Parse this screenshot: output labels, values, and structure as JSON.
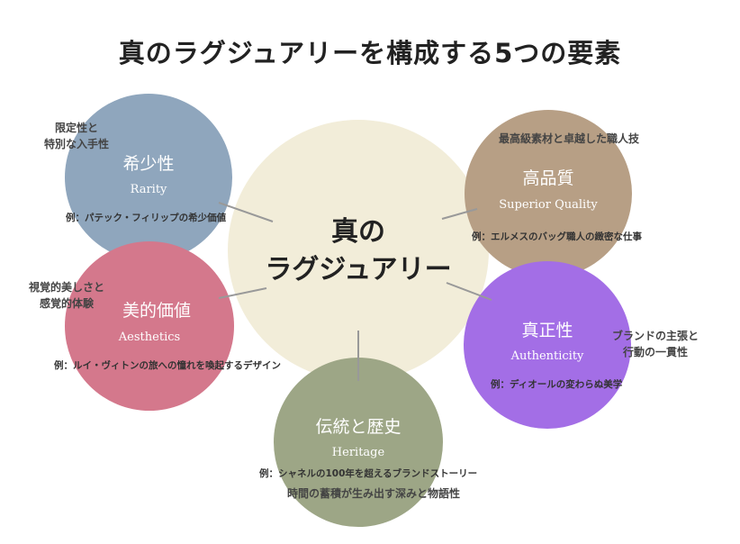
{
  "title": "真のラグジュアリーを構成する5つの要素",
  "center": {
    "line1": "真の",
    "line2": "ラグジュアリー"
  },
  "elements": {
    "rarity": {
      "jp": "希少性",
      "en": "Rarity",
      "example": "例：パテック・フィリップの希少価値",
      "note_line1": "限定性と",
      "note_line2": "特別な入手性",
      "color": "#8fa6bd"
    },
    "aesthetics": {
      "jp": "美的価値",
      "en": "Aesthetics",
      "example": "例：ルイ・ヴィトンの旅への憧れを喚起するデザイン",
      "note_line1": "視覚的美しさと",
      "note_line2": "感覚的体験",
      "color": "#d4788c"
    },
    "quality": {
      "jp": "高品質",
      "en": "Superior Quality",
      "example": "例：エルメスのバッグ職人の緻密な仕事",
      "note_line1": "最高級素材と卓越した職人技",
      "color": "#b79f85"
    },
    "authenticity": {
      "jp": "真正性",
      "en": "Authenticity",
      "example": "例：ディオールの変わらぬ美学",
      "note_line1": "ブランドの主張と",
      "note_line2": "行動の一貫性",
      "color": "#a36ee6"
    },
    "heritage": {
      "jp": "伝統と歴史",
      "en": "Heritage",
      "example": "例：シャネルの100年を超えるブランドストーリー",
      "note_line1": "時間の蓄積が生み出す深みと物語性",
      "color": "#9da686"
    }
  },
  "center_color": "#f2edd9",
  "connector_color": "#999999"
}
